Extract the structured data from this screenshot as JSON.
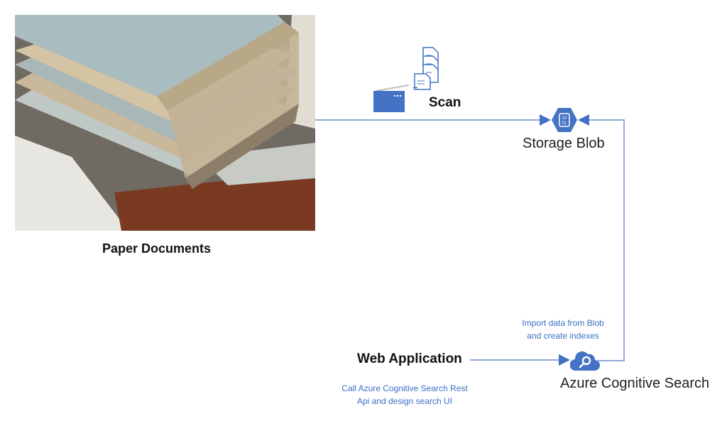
{
  "diagram": {
    "colors": {
      "accent": "#4472c4",
      "line": "#8faadc",
      "note": "#3a6fc4",
      "text": "#111111"
    },
    "nodes": {
      "paper_documents": {
        "label": "Paper Documents",
        "icon": "paper-stack-photo"
      },
      "scan": {
        "label": "Scan",
        "icon": "scanner-icon"
      },
      "storage_blob": {
        "label": "Storage Blob",
        "icon": "storage-blob-icon"
      },
      "web_application": {
        "label": "Web Application"
      },
      "azure_cognitive_search": {
        "label": "Azure Cognitive Search",
        "icon": "cloud-search-icon"
      }
    },
    "notes": {
      "import": [
        "Import data from Blob",
        "and create indexes"
      ],
      "web_app": [
        "Call Azure Cognitive Search Rest",
        "Api and design search UI"
      ]
    },
    "edges": [
      {
        "from": "paper_documents",
        "to": "storage_blob",
        "label": "Scan"
      },
      {
        "from": "azure_cognitive_search",
        "to": "storage_blob",
        "label": "Import data from Blob and create indexes"
      },
      {
        "from": "web_application",
        "to": "azure_cognitive_search",
        "label": "Call Azure Cognitive Search Rest Api and design search UI"
      }
    ]
  }
}
